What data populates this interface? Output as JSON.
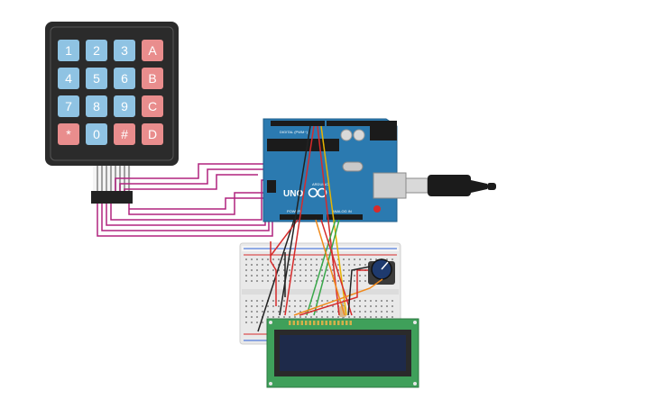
{
  "keypad": {
    "keys": [
      "1",
      "2",
      "3",
      "A",
      "4",
      "5",
      "6",
      "B",
      "7",
      "8",
      "9",
      "C",
      "*",
      "0",
      "#",
      "D"
    ],
    "key_kinds": [
      "num",
      "num",
      "num",
      "letter",
      "num",
      "num",
      "num",
      "letter",
      "num",
      "num",
      "num",
      "letter",
      "special",
      "num",
      "special",
      "letter"
    ],
    "colors": {
      "num": "#8fc3e3",
      "letter": "#e98d8d",
      "special": "#e98d8d",
      "body": "#2b2b2b"
    }
  },
  "arduino": {
    "logo_text": "UNO",
    "brand_text": "ARDUINO",
    "digital_label": "DIGITAL (PWM~)",
    "power_label": "POWER",
    "analog_label": "ANALOG IN",
    "colors": {
      "board": "#2b7ab0"
    }
  },
  "lcd": {
    "colors": {
      "pcb": "#3fa05a",
      "screen": "#1e2a4a"
    }
  },
  "wire_colors": {
    "keypad": "#b0237f",
    "red": "#d62b2b",
    "black": "#222222",
    "orange": "#f08a1c",
    "yellow": "#e8b400",
    "green": "#3aa84b"
  }
}
